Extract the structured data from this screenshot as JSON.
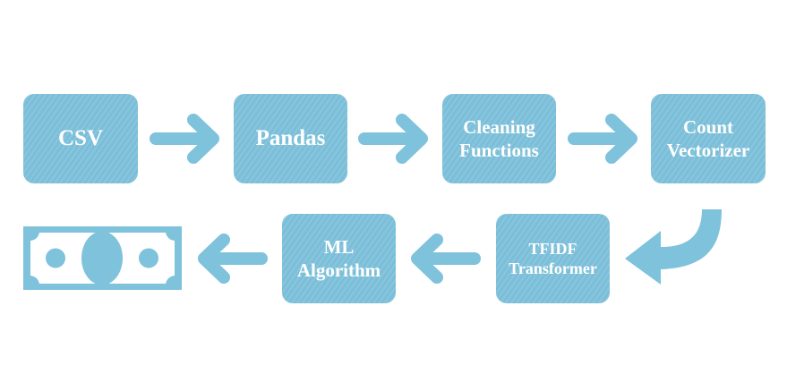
{
  "nodes": {
    "csv": {
      "label": "CSV"
    },
    "pandas": {
      "label": "Pandas"
    },
    "cleaning": {
      "line1": "Cleaning",
      "line2": "Functions"
    },
    "count": {
      "line1": "Count",
      "line2": "Vectorizer"
    },
    "tfidf": {
      "line1": "TFIDF",
      "line2": "Transformer"
    },
    "ml": {
      "line1": "ML",
      "line2": "Algorithm"
    }
  },
  "output_icon": "money-bill-icon",
  "colors": {
    "box_fill": "#7ec2dc",
    "text": "#ffffff",
    "background": "#ffffff"
  }
}
